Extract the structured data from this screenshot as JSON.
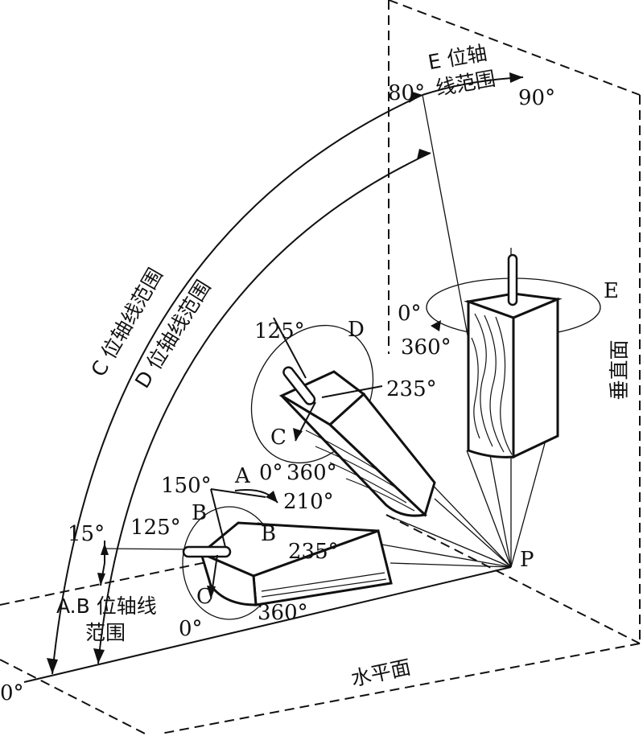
{
  "planes": {
    "vertical": "垂直面",
    "horizontal": "水平面"
  },
  "ranges": {
    "e_line1": "E 位轴",
    "e_line2": "线范围",
    "c": "C 位轴线范围",
    "d": "D 位轴线范围",
    "ab_line1": "A.B 位轴线",
    "ab_line2": "范围"
  },
  "angles": {
    "e_80": "80°",
    "e_90": "90°",
    "zero_origin": "0°",
    "ab_15": "15°",
    "e_0": "0°",
    "e_360": "360°",
    "d_125": "125°",
    "d_235": "235°",
    "a_0": "0°",
    "a_360": "360°",
    "a_150": "150°",
    "a_210": "210°",
    "b_125": "125°",
    "b_235": "235°",
    "c_0": "0°",
    "c_360": "360°"
  },
  "letters": {
    "e": "E",
    "d": "D",
    "c_upper": "C",
    "a": "A",
    "b_left": "B",
    "b_right": "B",
    "c_lower": "C",
    "p": "P"
  }
}
